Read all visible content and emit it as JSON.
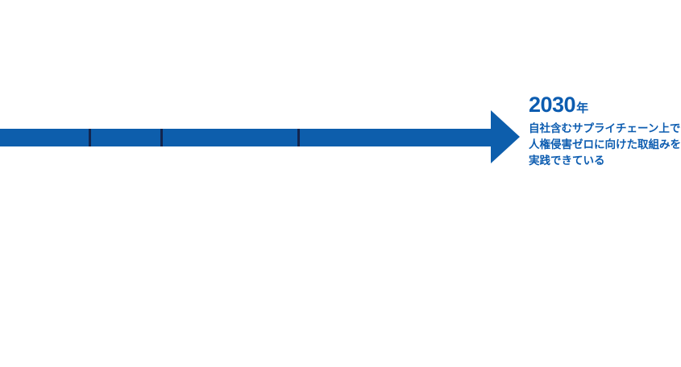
{
  "figure": {
    "type": "roadmap-arrow-timeline",
    "segment_count": 4,
    "goal": {
      "year": "2030",
      "year_suffix": "年",
      "lines": [
        "自社含むサプライチェーン上で",
        "人権侵害ゼロに向けた取組みを",
        "実践できている"
      ]
    }
  },
  "colors": {
    "arrow": "#0D5EAC",
    "divider": "#13254E",
    "text": "#0C5CB0",
    "background": "#FFFFFF"
  }
}
